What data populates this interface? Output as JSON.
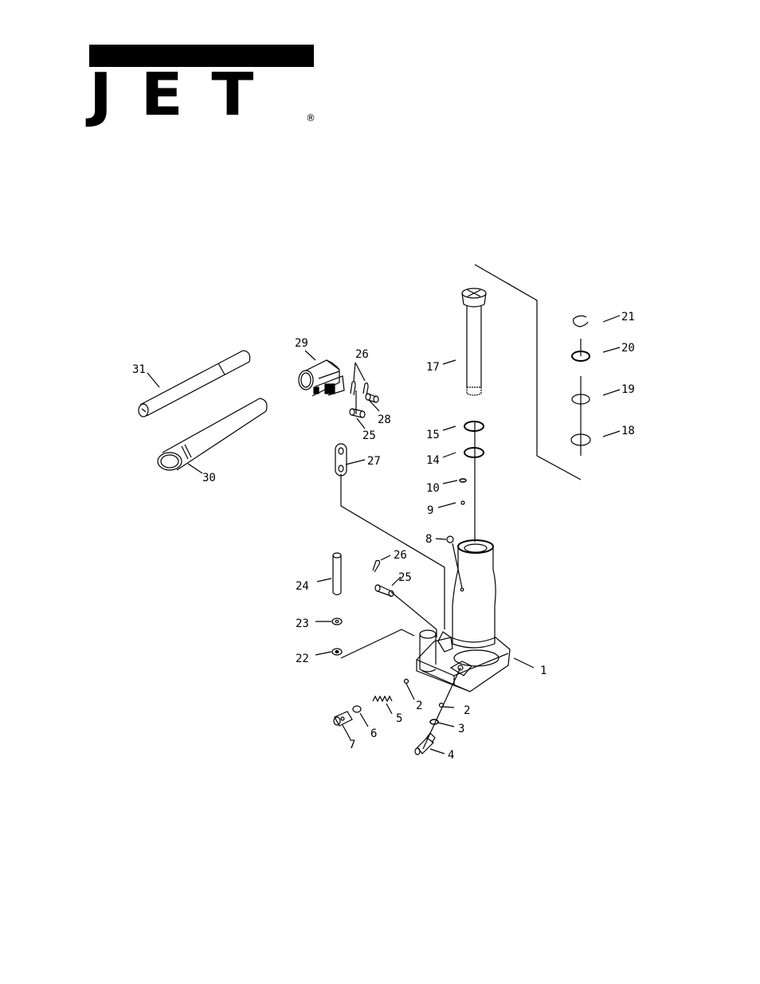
{
  "logo": {
    "word": "JET",
    "registered": "®"
  },
  "callouts": {
    "c1": "1",
    "c2a": "2",
    "c2b": "2",
    "c3": "3",
    "c4": "4",
    "c5": "5",
    "c6": "6",
    "c7": "7",
    "c8": "8",
    "c9": "9",
    "c10": "10",
    "c14": "14",
    "c15": "15",
    "c17": "17",
    "c18": "18",
    "c19": "19",
    "c20": "20",
    "c21": "21",
    "c22": "22",
    "c23": "23",
    "c24": "24",
    "c25a": "25",
    "c25b": "25",
    "c26a": "26",
    "c26b": "26",
    "c27": "27",
    "c28": "28",
    "c29": "29",
    "c30": "30",
    "c31": "31"
  }
}
